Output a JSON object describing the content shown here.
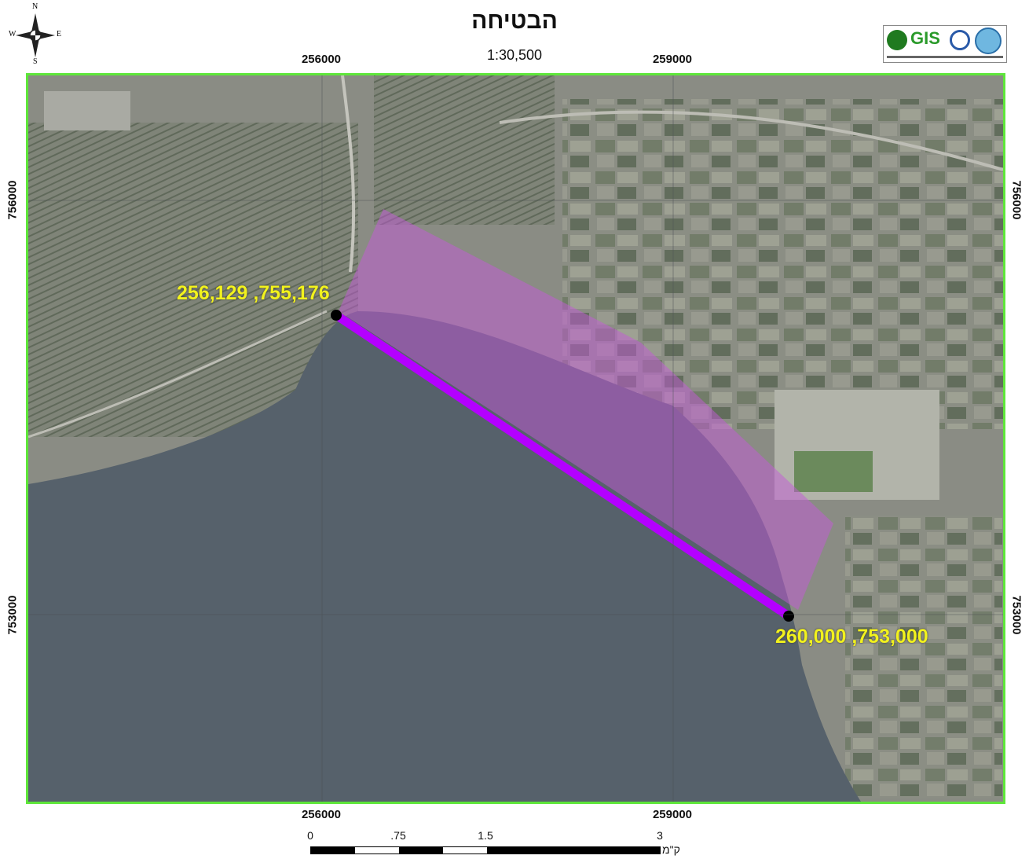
{
  "title": "הבטיחה",
  "scale_text": "1:30,500",
  "grid": {
    "x_top": [
      "256000",
      "259000"
    ],
    "x_bottom": [
      "256000",
      "259000"
    ],
    "y_left": [
      "756000",
      "753000"
    ],
    "y_right": [
      "756000",
      "753000"
    ]
  },
  "points": [
    {
      "label": "256,129 ,755,176"
    },
    {
      "label": "260,000 ,753,000"
    }
  ],
  "scalebar": {
    "ticks": [
      "0",
      ".75",
      "1.5",
      "3"
    ],
    "unit": "ק\"מ"
  },
  "compass": {
    "n": "N",
    "s": "S",
    "e": "E",
    "w": "W"
  },
  "logo": {
    "text": "GIS"
  },
  "colors": {
    "frame": "#5ee63a",
    "line": "#b400ff",
    "polygon": "#c45ad8",
    "label": "#f2f21d",
    "water": "#56616b"
  }
}
